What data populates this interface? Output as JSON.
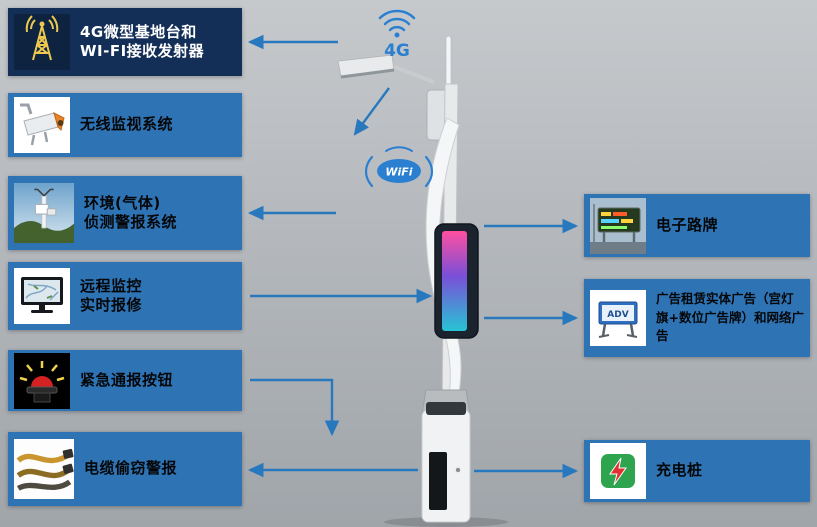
{
  "colors": {
    "box_blue": "#2e74b5",
    "box_navy": "#142f57",
    "arrow_blue": "#2878be",
    "logo_blue": "#2b7fd1",
    "background_top": "#c6c9cc",
    "background_bottom": "#a0a5aa"
  },
  "left_boxes": [
    {
      "id": "4g-wifi-base-station",
      "label": "4G微型基地台和\nWI-FI接收发射器",
      "icon": "antenna-tower-icon"
    },
    {
      "id": "wireless-surveillance",
      "label": "无线监视系统",
      "icon": "cctv-camera-icon"
    },
    {
      "id": "environment-gas-detection",
      "label": "环境(气体)\n侦测警报系统",
      "icon": "environment-station-icon"
    },
    {
      "id": "remote-monitoring",
      "label": "远程监控\n实时报修",
      "icon": "monitor-map-icon"
    },
    {
      "id": "emergency-call-button",
      "label": "紧急通报按钮",
      "icon": "emergency-beacon-icon"
    },
    {
      "id": "cable-theft-alarm",
      "label": "电缆偷窃警报",
      "icon": "cable-icon"
    }
  ],
  "right_boxes": [
    {
      "id": "electronic-road-sign",
      "label": "电子路牌",
      "icon": "led-road-sign-icon"
    },
    {
      "id": "advertising-rental",
      "label": "广告租赁实体广告（宫灯旗+数位广告牌）和网络广告",
      "icon": "adv-billboard-icon",
      "icon_text": "ADV"
    },
    {
      "id": "charging-pile",
      "label": "充电桩",
      "icon": "charging-pile-icon"
    }
  ],
  "pole": {
    "top_label": "4G",
    "wifi_label": "WiFi"
  }
}
